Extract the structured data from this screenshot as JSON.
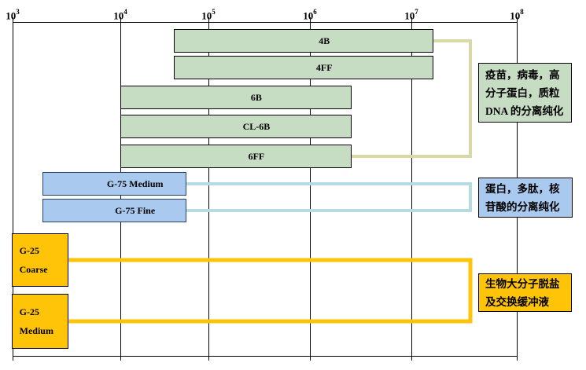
{
  "chart_data": {
    "type": "bar",
    "subtype": "horizontal-log-range-bars",
    "x_axis": {
      "scale": "log10",
      "position": "top",
      "tick_base": "10",
      "tick_exponents": [
        "3",
        "4",
        "5",
        "6",
        "7",
        "8"
      ],
      "min_exp": 3,
      "max_exp": 8,
      "grid": true
    },
    "bars": [
      {
        "label": "4B",
        "color": "green",
        "from_exp": 4.61,
        "to_exp": 7.21,
        "approx_range": "4×10⁴ – 1.6×10⁷"
      },
      {
        "label": "4FF",
        "color": "green",
        "from_exp": 4.61,
        "to_exp": 7.21,
        "approx_range": "4×10⁴ – 1.6×10⁷"
      },
      {
        "label": "6B",
        "color": "green",
        "from_exp": 4.0,
        "to_exp": 6.41,
        "approx_range": "1×10⁴ – 2.6×10⁶"
      },
      {
        "label": "CL-6B",
        "color": "green",
        "from_exp": 4.0,
        "to_exp": 6.41,
        "approx_range": "1×10⁴ – 2.6×10⁶"
      },
      {
        "label": "6FF",
        "color": "green",
        "from_exp": 4.0,
        "to_exp": 6.41,
        "approx_range": "1×10⁴ – 2.6×10⁶"
      },
      {
        "label": "G-75 Medium",
        "color": "blue",
        "from_exp": 3.28,
        "to_exp": 4.75,
        "approx_range": "1.9×10³ – 5.6×10⁴"
      },
      {
        "label": "G-75 Fine",
        "color": "blue",
        "from_exp": 3.28,
        "to_exp": 4.75,
        "approx_range": "1.9×10³ – 5.6×10⁴"
      },
      {
        "label": "G-25 Coarse",
        "label_lines": [
          "G-25",
          "Coarse"
        ],
        "color": "yellow",
        "from_exp": 2.99,
        "to_exp": 3.52,
        "approx_range": "≤1×10³ – 3.3×10³"
      },
      {
        "label": "G-25 Medium",
        "label_lines": [
          "G-25",
          "Medium"
        ],
        "color": "yellow",
        "from_exp": 2.99,
        "to_exp": 3.52,
        "approx_range": "≤1×10³ – 3.3×10³"
      }
    ],
    "annotations": [
      {
        "color": "green",
        "lines": [
          "疫苗，病毒，高",
          "分子蛋白，质粒",
          "DNA 的分离纯化"
        ],
        "linked_bars": [
          "4B",
          "4FF",
          "6B",
          "CL-6B",
          "6FF"
        ]
      },
      {
        "color": "blue",
        "lines": [
          "蛋白，多肽，核",
          "苷酸的分离纯化"
        ],
        "linked_bars": [
          "G-75 Medium",
          "G-75 Fine"
        ]
      },
      {
        "color": "yellow",
        "lines": [
          "生物大分子脱盐",
          "及交换缓冲液"
        ],
        "linked_bars": [
          "G-25 Coarse",
          "G-25 Medium"
        ]
      }
    ],
    "colors": {
      "green_fill": "#c6dcc3",
      "green_border": "#000000",
      "blue_fill": "#a9c9ee",
      "blue_border": "#24416e",
      "yellow_fill": "#ffc408",
      "yellow_border": "#000000",
      "green_connector": "#d9d9a8",
      "blue_connector": "#b7dbe3",
      "yellow_connector": "#ffc408",
      "grid": "#000000"
    }
  }
}
